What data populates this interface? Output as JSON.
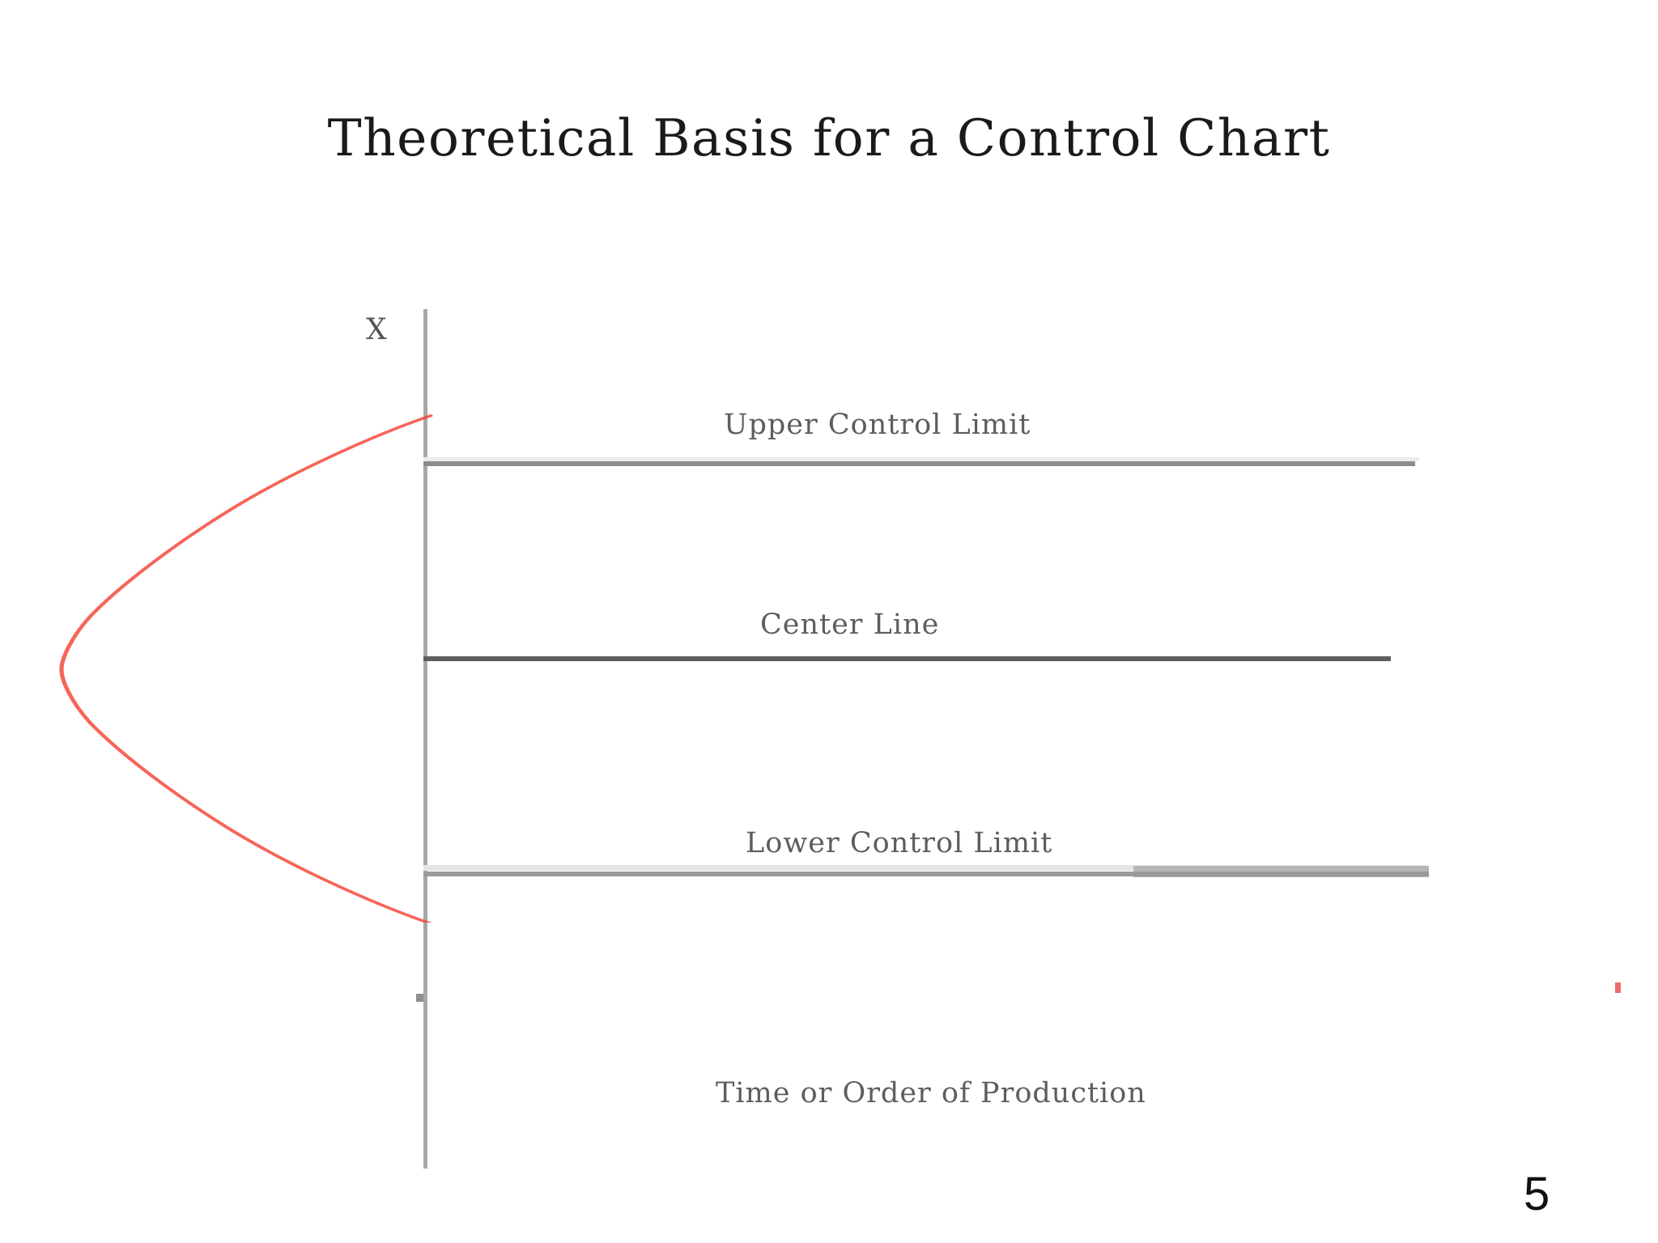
{
  "slide": {
    "title": "Theoretical Basis for a Control Chart",
    "page_number": "5",
    "background_color": "#ffffff"
  },
  "chart_data": {
    "type": "line",
    "title": "Theoretical Basis for a Control Chart",
    "xlabel": "Time or Order of Production",
    "ylabel": "X",
    "grid": false,
    "legend": null,
    "description": "Control chart schematic: a vertical X axis on the left with a sideways (rotated 90 degrees) normal distribution curve drawn in red opening to the right, and three horizontal reference lines labelled Upper Control Limit, Center Line and Lower Control Limit.",
    "reference_lines": [
      {
        "name": "Upper Control Limit",
        "label": "Upper Control Limit",
        "y_value": 3,
        "color": "#8c8c8c"
      },
      {
        "name": "Center Line",
        "label": "Center Line",
        "y_value": 0,
        "color": "#5e5e5e"
      },
      {
        "name": "Lower Control Limit",
        "label": "Lower Control Limit",
        "y_value": -3,
        "color": "#9a9a9a"
      }
    ],
    "series": [
      {
        "name": "Normal distribution (rotated)",
        "color": "#f44336",
        "orientation": "horizontal-density",
        "mean": 0,
        "sigma": 1,
        "y_range": [
          -3.2,
          3.2
        ],
        "x": [
          3.2,
          2.8,
          2.4,
          2.0,
          1.6,
          1.2,
          0.8,
          0.4,
          0.0,
          -0.4,
          -0.8,
          -1.2,
          -1.6,
          -2.0,
          -2.4,
          -2.8,
          -3.2
        ],
        "density": [
          0.0024,
          0.0079,
          0.0224,
          0.054,
          0.1109,
          0.1942,
          0.2897,
          0.3683,
          0.3989,
          0.3683,
          0.2897,
          0.1942,
          0.1109,
          0.054,
          0.0224,
          0.0079,
          0.0024
        ]
      }
    ],
    "axis": {
      "y_axis_label": "X",
      "y_axis_color": "#a8a8a8",
      "x_axis_caption": "Time or Order of Production"
    }
  },
  "labels": {
    "y_axis": "X",
    "upper_control_limit": "Upper Control Limit",
    "center_line": "Center Line",
    "lower_control_limit": "Lower Control Limit",
    "x_caption": "Time or Order of Production"
  },
  "colors": {
    "curve": "#f44336",
    "ucl_line": "#8c8c8c",
    "center_line": "#5e5e5e",
    "lcl_line": "#9a9a9a",
    "axis": "#a8a8a8",
    "label_text": "#5d5d5d",
    "title_text": "#1a1a1a",
    "artifact": "#ef6b6b"
  }
}
